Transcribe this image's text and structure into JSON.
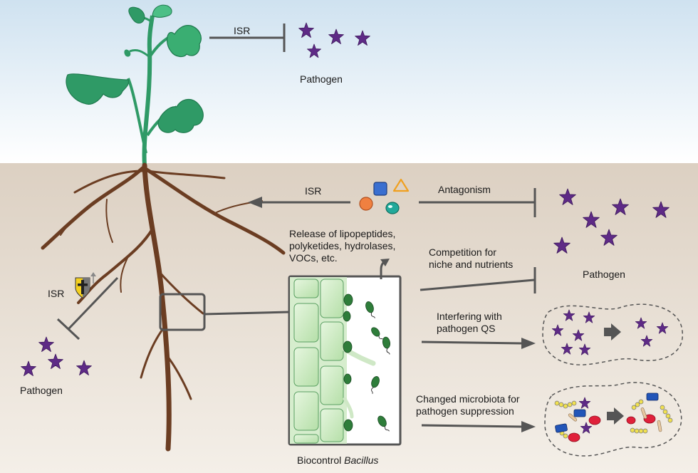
{
  "labels": {
    "isr_top": "ISR",
    "pathogen_top": "Pathogen",
    "isr_middle": "ISR",
    "antagonism": "Antagonism",
    "release": "Release of lipopeptides,\npolyketides, hydrolases,\nVOCs, etc.",
    "competition": "Competition for\nniche and nutrients",
    "pathogen_right": "Pathogen",
    "qs": "Interfering with\npathogen QS",
    "microbiota": "Changed microbiota for\npathogen suppression",
    "isr_left": "ISR",
    "pathogen_left": "Pathogen",
    "biocontrol": "Biocontrol",
    "bacillus": "Bacillus"
  },
  "colors": {
    "sky_top": "#cfe2f0",
    "sky_bottom": "#ffffff",
    "soil_top": "#dcd0c2",
    "soil_bottom": "#f3eee7",
    "leaf": "#2f9a66",
    "root": "#6b3d22",
    "pathogen": "#5e2a86",
    "arrow": "#555555",
    "cell": "#bfe3b4"
  }
}
